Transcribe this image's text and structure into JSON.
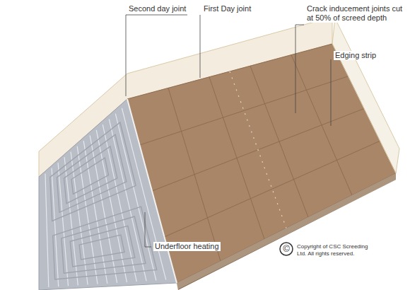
{
  "diagram": {
    "labels": [
      "Second day joint",
      "First Day joint",
      "Crack inducement joints cut at 50% of screed depth",
      "Edging strip",
      "Underfloor heating",
      "©",
      "Copyright of CSC Screeding Ltd. All rights reserved."
    ]
  }
}
